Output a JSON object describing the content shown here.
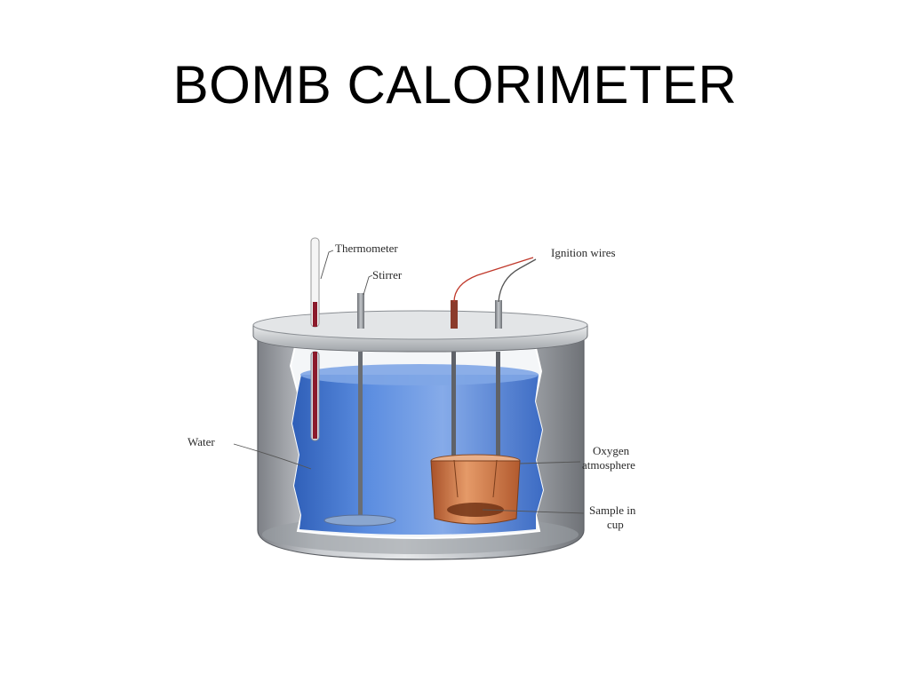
{
  "slide": {
    "title": "BOMB CALORIMETER"
  },
  "diagram": {
    "labels": {
      "thermometer": "Thermometer",
      "stirrer": "Stirrer",
      "ignition_wires": "Ignition wires",
      "water": "Water",
      "oxygen_line1": "Oxygen",
      "oxygen_line2": "atmosphere",
      "sample_line1": "Sample in",
      "sample_line2": "cup"
    },
    "colors": {
      "water": "#4a7fd6",
      "steel": "#a9adb2",
      "thermometer_fluid": "#8b1a2b",
      "cup": "#c56a3a",
      "wire": "#c0392b"
    }
  }
}
